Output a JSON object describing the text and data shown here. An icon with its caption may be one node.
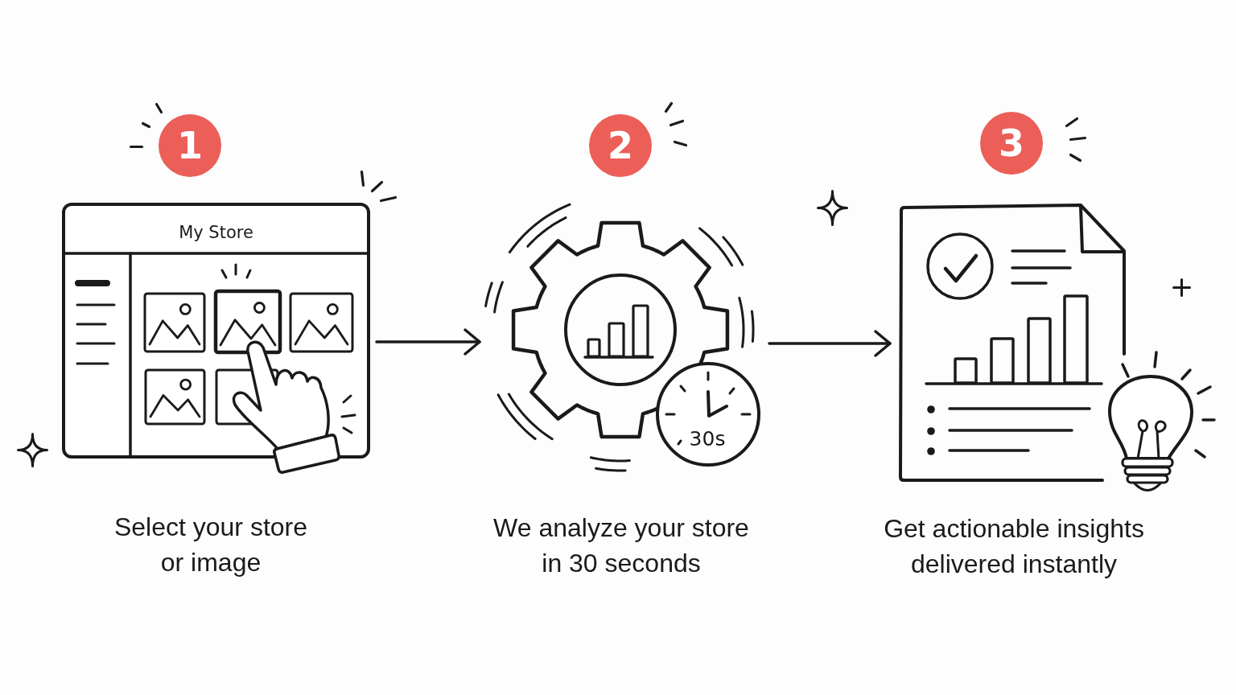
{
  "diagram": {
    "nodes": [
      {
        "text": [
          "1"
        ]
      },
      {
        "text": [
          "My Store"
        ],
        "beside": [
          "Select your store or image"
        ]
      },
      {
        "text": [
          "2"
        ]
      },
      {
        "text": [
          "30s"
        ],
        "beside": [
          "We analyze your store in 30 seconds"
        ]
      },
      {
        "text": [
          "3"
        ]
      },
      {
        "text": [],
        "shape": "picture",
        "beside": [
          "Get actionable insights delivered instantly"
        ]
      }
    ],
    "edges": [
      {
        "from": 1,
        "to": 3,
        "arrow": "to"
      },
      {
        "from": 3,
        "to": 5,
        "arrow": "to"
      }
    ]
  }
}
